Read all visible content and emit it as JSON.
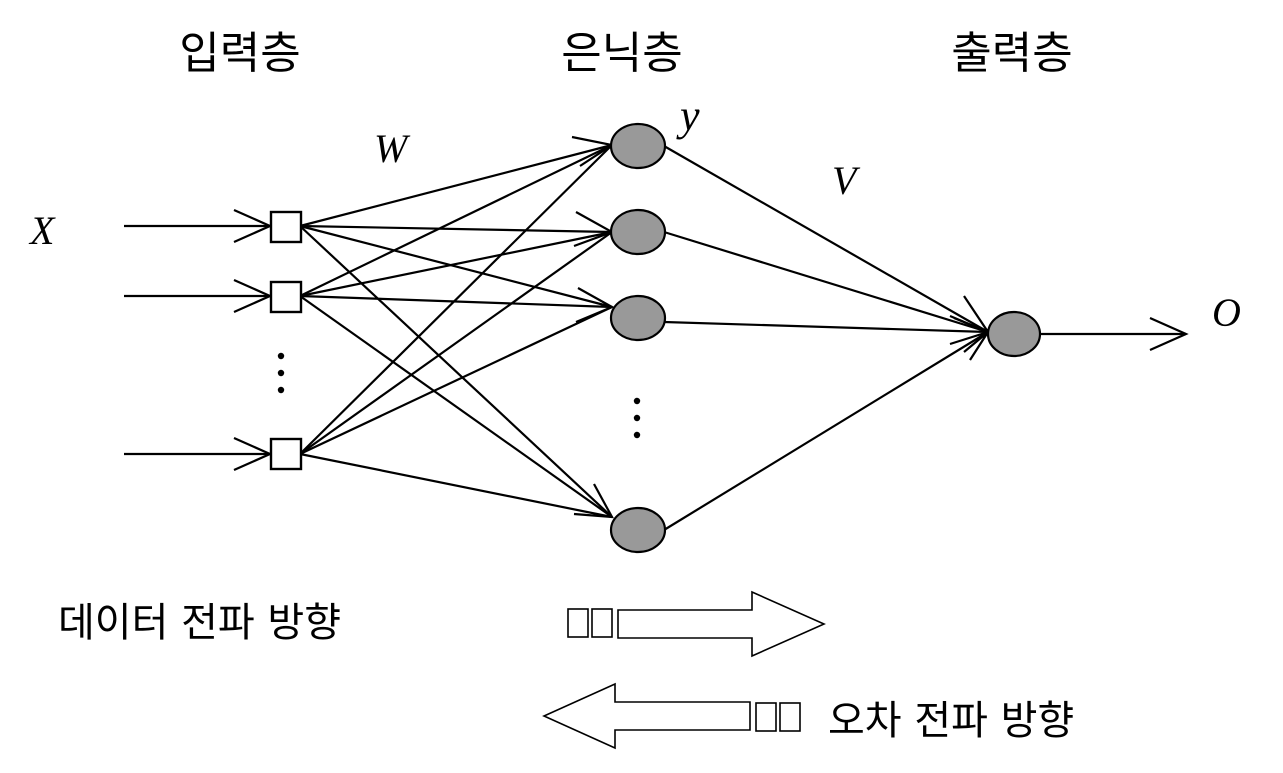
{
  "layers": {
    "input": "입력층",
    "hidden": "은닉층",
    "output": "출력층"
  },
  "symbols": {
    "x": "X",
    "w": "W",
    "y": "y",
    "v": "V",
    "o": "O"
  },
  "legend": {
    "forward": "데이터 전파 방향",
    "backward": "오차 전파 방향"
  },
  "colors": {
    "hidden_node_fill": "#999999",
    "stroke": "#000000"
  }
}
